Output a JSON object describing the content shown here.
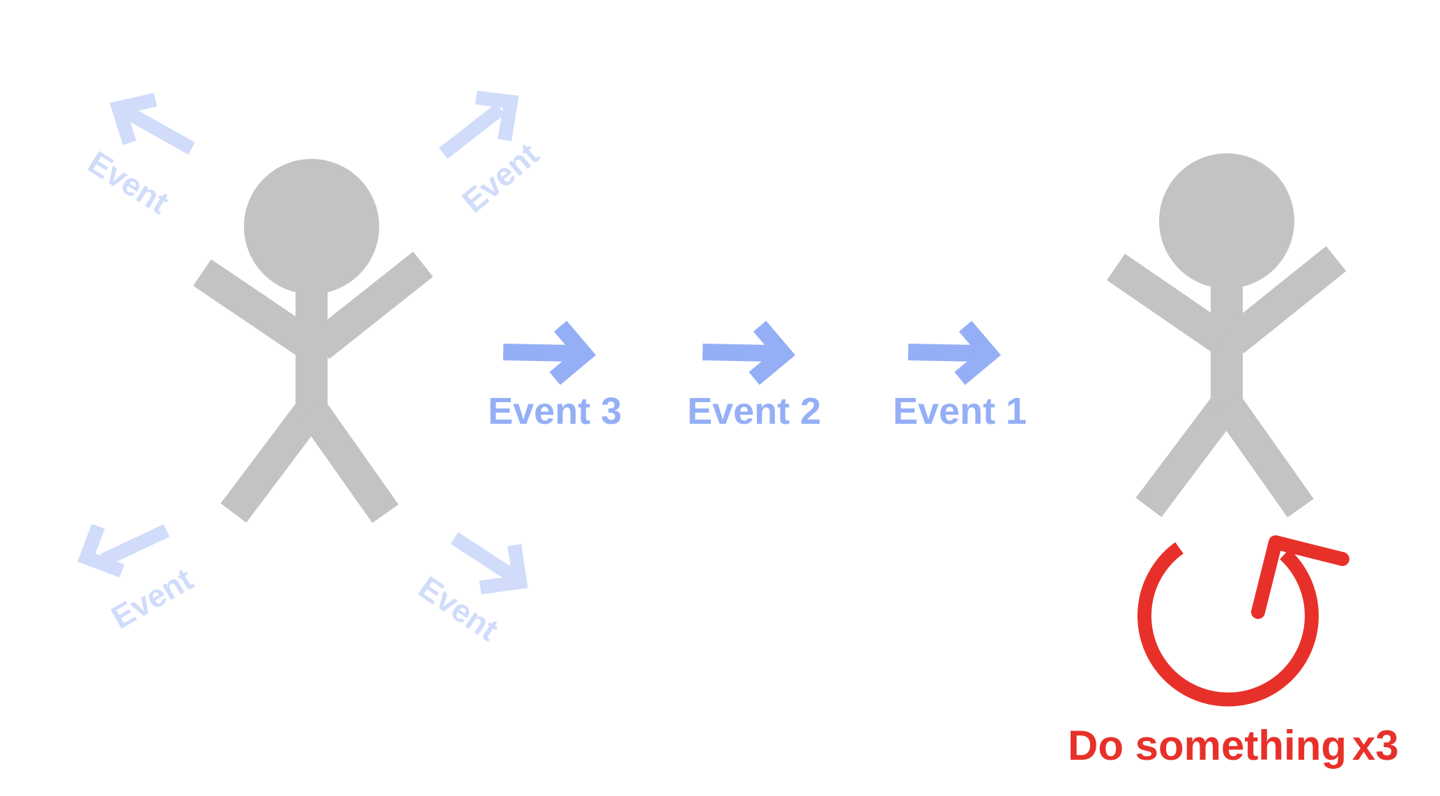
{
  "colors": {
    "figure": "#c3c3c3",
    "event_faded": "#d0dcfa",
    "event_queued": "#94aff6",
    "action": "#e8302a",
    "background": "#ffffff"
  },
  "emitter": {
    "scattered_events": [
      "Event",
      "Event",
      "Event",
      "Event"
    ]
  },
  "queue": {
    "events": [
      "Event 3",
      "Event 2",
      "Event 1"
    ]
  },
  "receiver": {
    "action_label": "Do something",
    "repeat_label": "x3"
  },
  "icons": {
    "emitter": "stick-figure-icon",
    "receiver": "stick-figure-icon",
    "loop": "refresh-loop-icon"
  }
}
